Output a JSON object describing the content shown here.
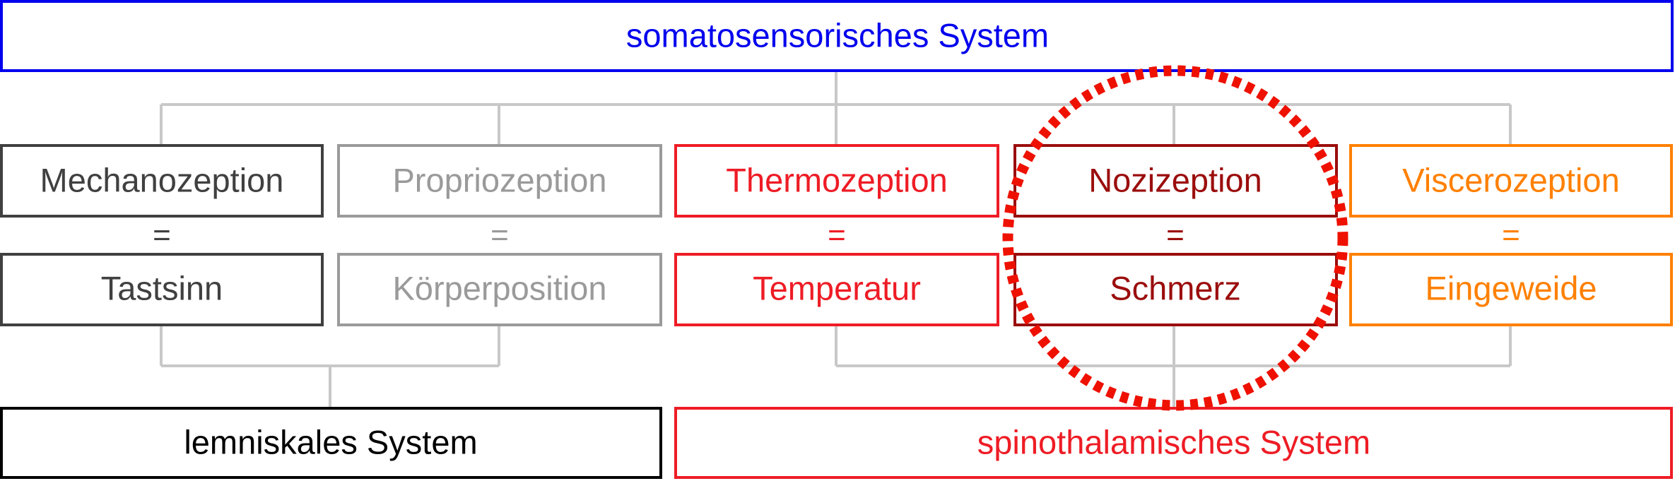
{
  "root": {
    "label": "somatosensorisches System",
    "color": "#0000ee"
  },
  "connector_color": "#c8c8c8",
  "modalities": [
    {
      "name": "Mechanozeption",
      "equals": "=",
      "meaning": "Tastsinn",
      "color": "#404040"
    },
    {
      "name": "Propriozeption",
      "equals": "=",
      "meaning": "Körperposition",
      "color": "#9a9a9a"
    },
    {
      "name": "Thermozeption",
      "equals": "=",
      "meaning": "Temperatur",
      "color": "#ee1c25"
    },
    {
      "name": "Nozizeption",
      "equals": "=",
      "meaning": "Schmerz",
      "color": "#9b0d0d"
    },
    {
      "name": "Viscerozeption",
      "equals": "=",
      "meaning": "Eingeweide",
      "color": "#ff8000"
    }
  ],
  "pathways": [
    {
      "label": "lemniskales System",
      "color": "#000000"
    },
    {
      "label": "spinothalamisches System",
      "color": "#ee1c25"
    }
  ],
  "highlight": {
    "color": "#ee1100"
  }
}
